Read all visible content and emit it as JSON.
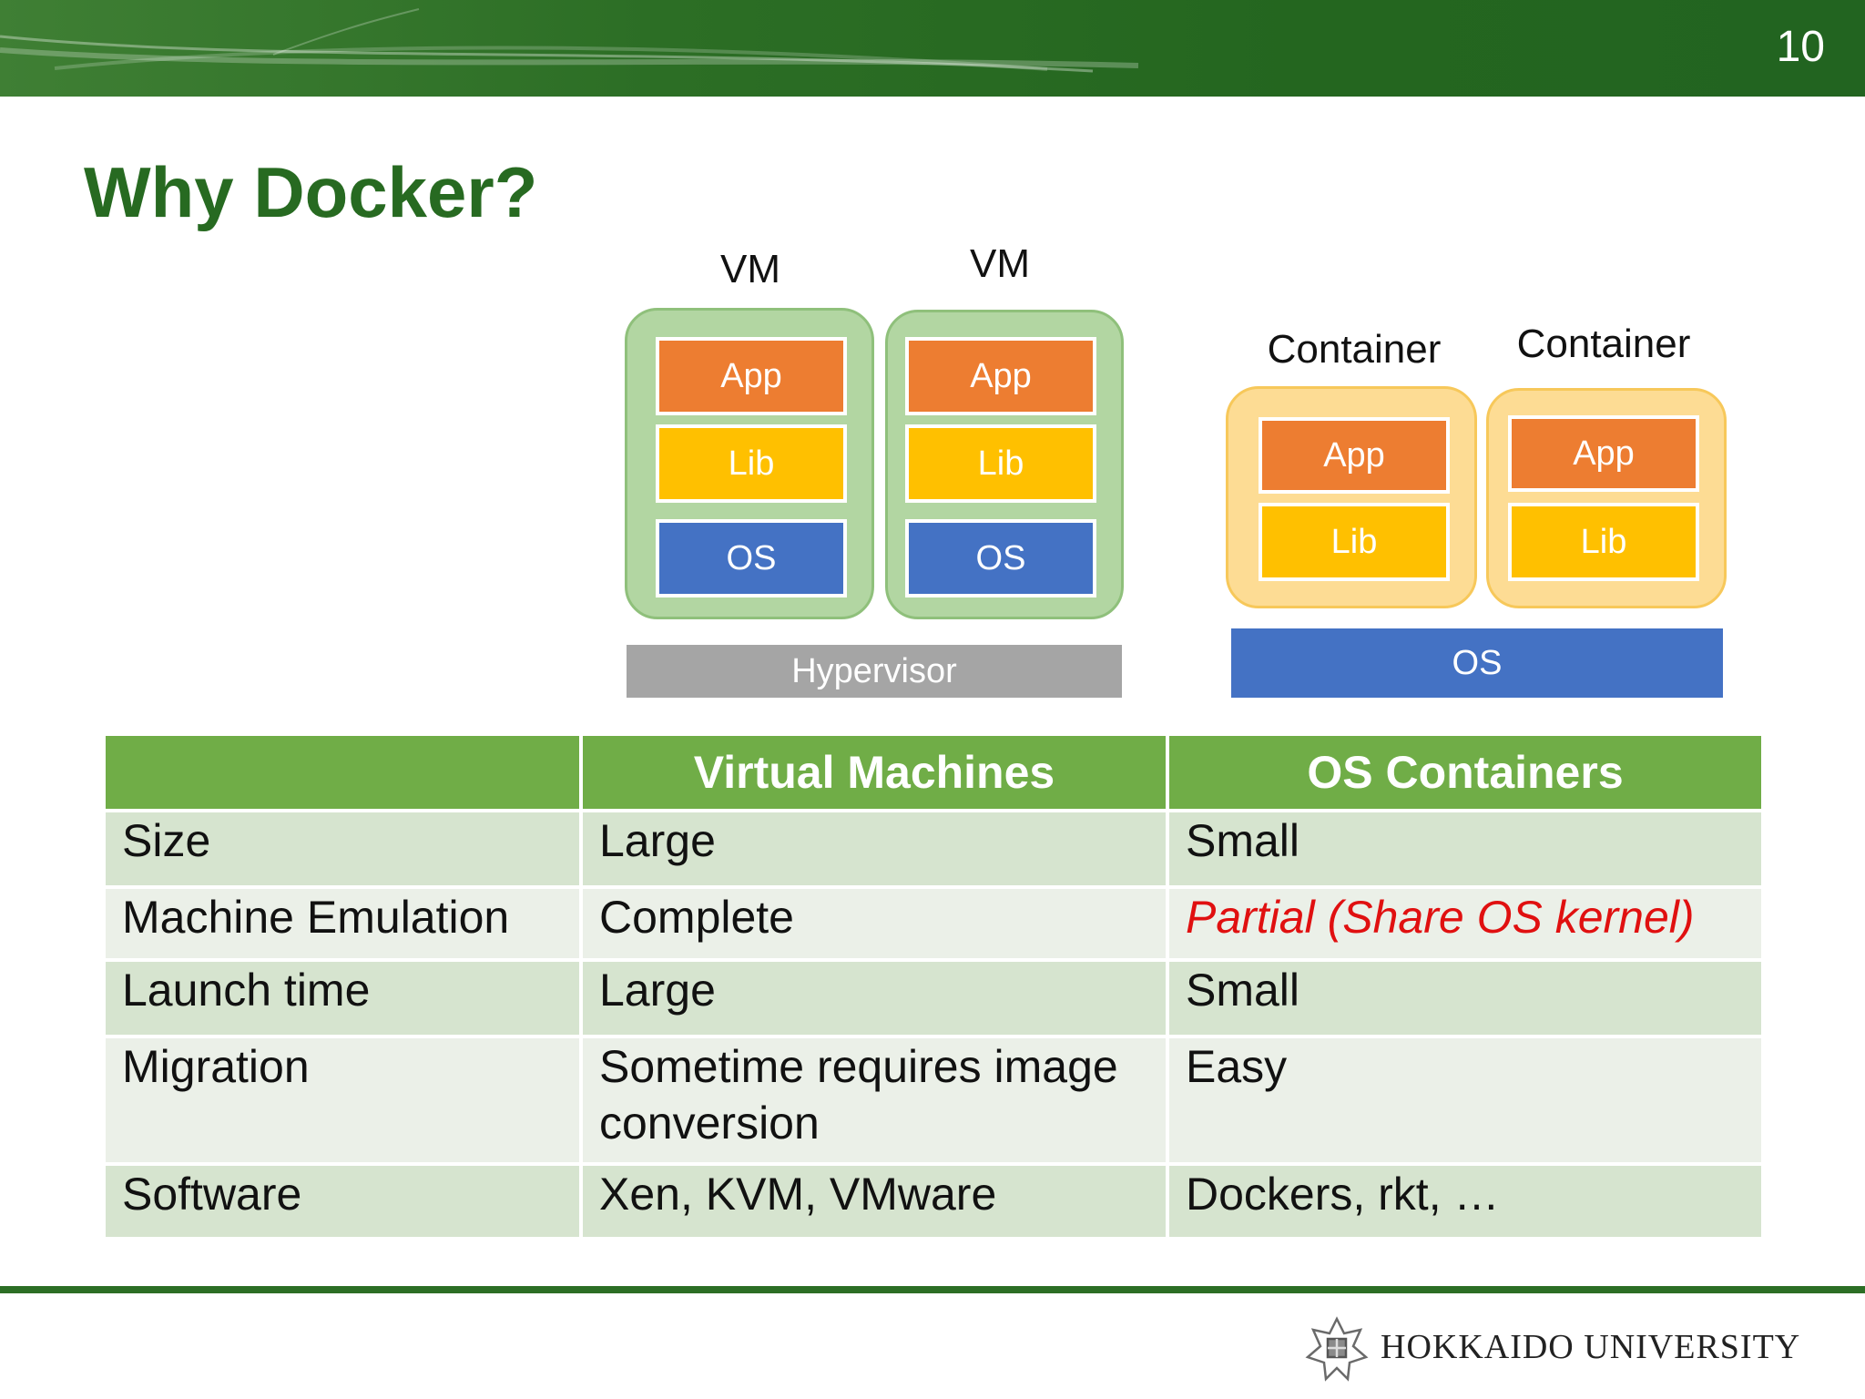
{
  "slide": {
    "number": "10",
    "title": "Why Docker?"
  },
  "diagram": {
    "vm_stacks": [
      {
        "label": "VM",
        "layers": [
          "App",
          "Lib",
          "OS"
        ]
      },
      {
        "label": "VM",
        "layers": [
          "App",
          "Lib",
          "OS"
        ]
      }
    ],
    "hypervisor": "Hypervisor",
    "container_stacks": [
      {
        "label": "Container",
        "layers": [
          "App",
          "Lib"
        ]
      },
      {
        "label": "Container",
        "layers": [
          "App",
          "Lib"
        ]
      }
    ],
    "host_os": "OS",
    "colors": {
      "app": "#ed7d31",
      "lib": "#ffc000",
      "os": "#4472c4",
      "hypervisor": "#a5a5a5",
      "vm_frame": "#b2d6a2",
      "container_frame": "#fddc94"
    }
  },
  "table": {
    "headers": [
      "",
      "Virtual Machines",
      "OS Containers"
    ],
    "rows": [
      [
        "Size",
        "Large",
        "Small"
      ],
      [
        "Machine Emulation",
        "Complete",
        "Partial (Share OS kernel)"
      ],
      [
        "Launch time",
        "Large",
        "Small"
      ],
      [
        "Migration",
        "Sometime requires image conversion",
        "Easy"
      ],
      [
        "Software",
        "Xen, KVM, VMware",
        "Dockers, rkt, …"
      ]
    ],
    "highlight_color": "#e01010"
  },
  "footer": {
    "university": "HOKKAIDO UNIVERSITY",
    "logo_icon": "university-emblem-icon"
  },
  "colors": {
    "banner": "#2c6e25",
    "title": "#276a21",
    "header": "#70ad47"
  }
}
